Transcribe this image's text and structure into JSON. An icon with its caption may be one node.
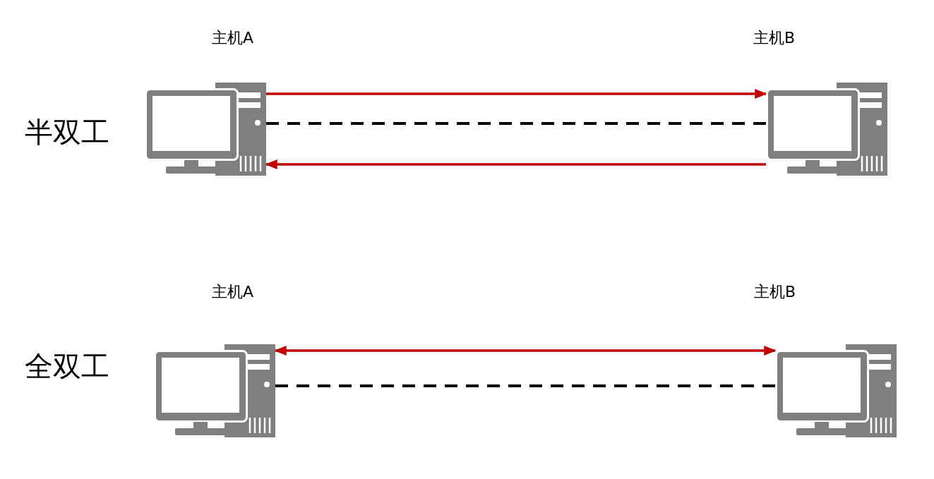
{
  "diagram": {
    "nodes": [
      {
        "text": [
          "主机A"
        ]
      },
      {
        "text": [
          "主机B"
        ]
      },
      {
        "text": [
          "主机A"
        ]
      },
      {
        "text": [
          "主机B"
        ]
      }
    ],
    "edges": [
      {
        "from": 0,
        "to": 1,
        "arrow": "none",
        "style": "dashed",
        "color": "#000000"
      },
      {
        "from": 0,
        "to": 1,
        "arrow": "to",
        "color": "#c00000"
      },
      {
        "from": 1,
        "to": 0,
        "arrow": "to",
        "color": "#c00000"
      },
      {
        "from": 2,
        "to": 3,
        "arrow": "none",
        "style": "dashed",
        "color": "#000000"
      },
      {
        "from": 2,
        "to": 3,
        "arrow": "both",
        "color": "#c00000"
      }
    ],
    "labels": [
      "半双工",
      "全双工"
    ]
  }
}
